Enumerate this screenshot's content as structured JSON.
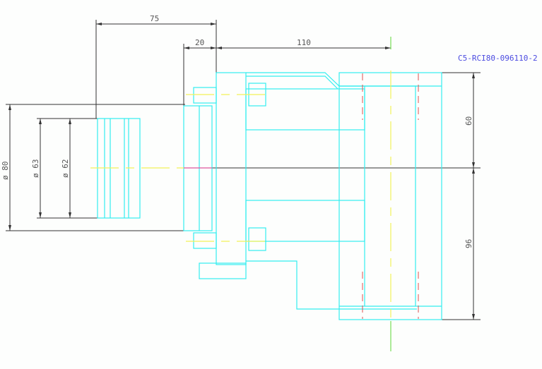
{
  "drawing": {
    "part_number": "C5-RCI80-096110-2",
    "colors": {
      "background": "#fdfefd",
      "geometry": "#33eef0",
      "dimension": "#333333",
      "centerline": "#f2f25a",
      "hidden": "#e05050",
      "axis_marker": "#e0559b",
      "vertical_axis": "#77dd55",
      "title_text": "#4a4ae0"
    },
    "dimensions": {
      "top_overall": "75",
      "flange_width": "20",
      "body_length": "110",
      "dia_outer": "ø 80",
      "dia_63": "ø 63",
      "dia_62": "ø 62",
      "upper_height": "60",
      "lower_height": "96"
    }
  }
}
